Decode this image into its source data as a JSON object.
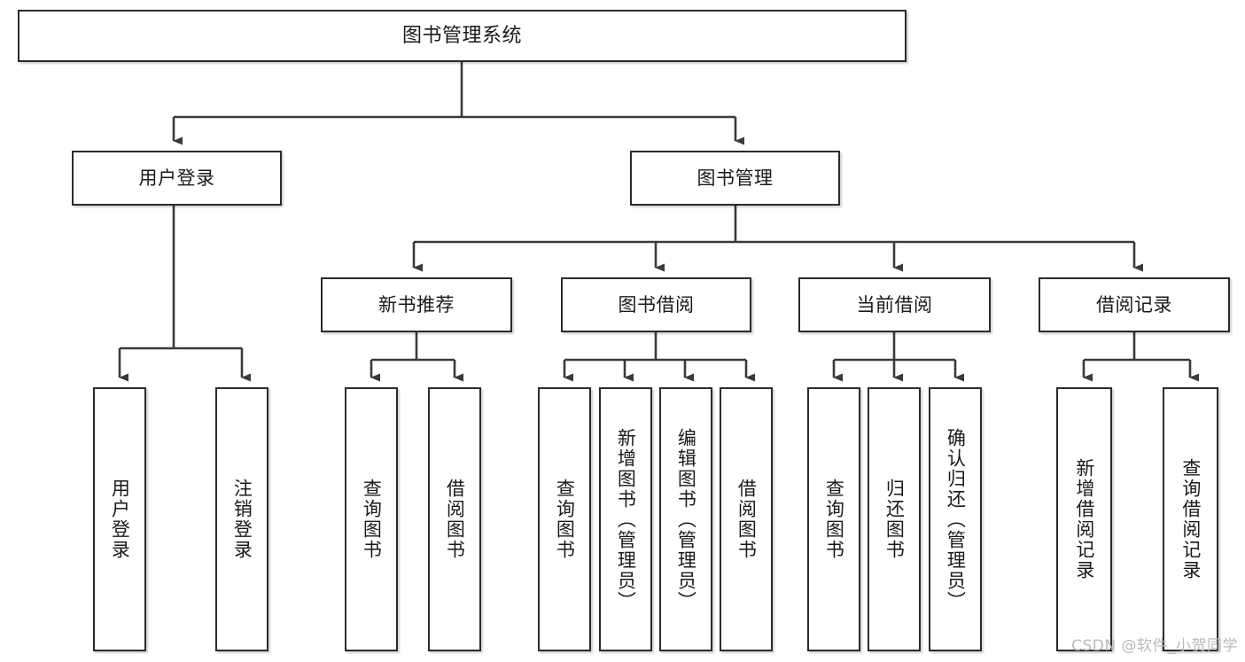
{
  "diagram": {
    "title": "图书管理系统",
    "watermark": "CSDN @软件_小贺同学",
    "colors": {
      "background": "#ffffff",
      "box_border": "#2b2b2b",
      "box_fill": "#ffffff",
      "connector": "#3a3a3a",
      "text": "#1a1a1a",
      "watermark": "#b9b9b9"
    },
    "nodes": {
      "root": {
        "label": "图书管理系统"
      },
      "level1": [
        {
          "label": "用户登录"
        },
        {
          "label": "图书管理"
        }
      ],
      "level2": [
        {
          "label": "新书推荐"
        },
        {
          "label": "图书借阅"
        },
        {
          "label": "当前借阅"
        },
        {
          "label": "借阅记录"
        }
      ],
      "leaves": {
        "user_login": [
          {
            "label": "用户登录"
          },
          {
            "label": "注销登录"
          }
        ],
        "new_book_recommend": [
          {
            "label": "查询图书"
          },
          {
            "label": "借阅图书"
          }
        ],
        "book_borrow": [
          {
            "label": "查询图书"
          },
          {
            "label": "新增图书（管理员）"
          },
          {
            "label": "编辑图书（管理员）"
          },
          {
            "label": "借阅图书"
          }
        ],
        "current_borrow": [
          {
            "label": "查询图书"
          },
          {
            "label": "归还图书"
          },
          {
            "label": "确认归还（管理员）"
          }
        ],
        "borrow_records": [
          {
            "label": "新增借阅记录"
          },
          {
            "label": "查询借阅记录"
          }
        ]
      }
    }
  }
}
